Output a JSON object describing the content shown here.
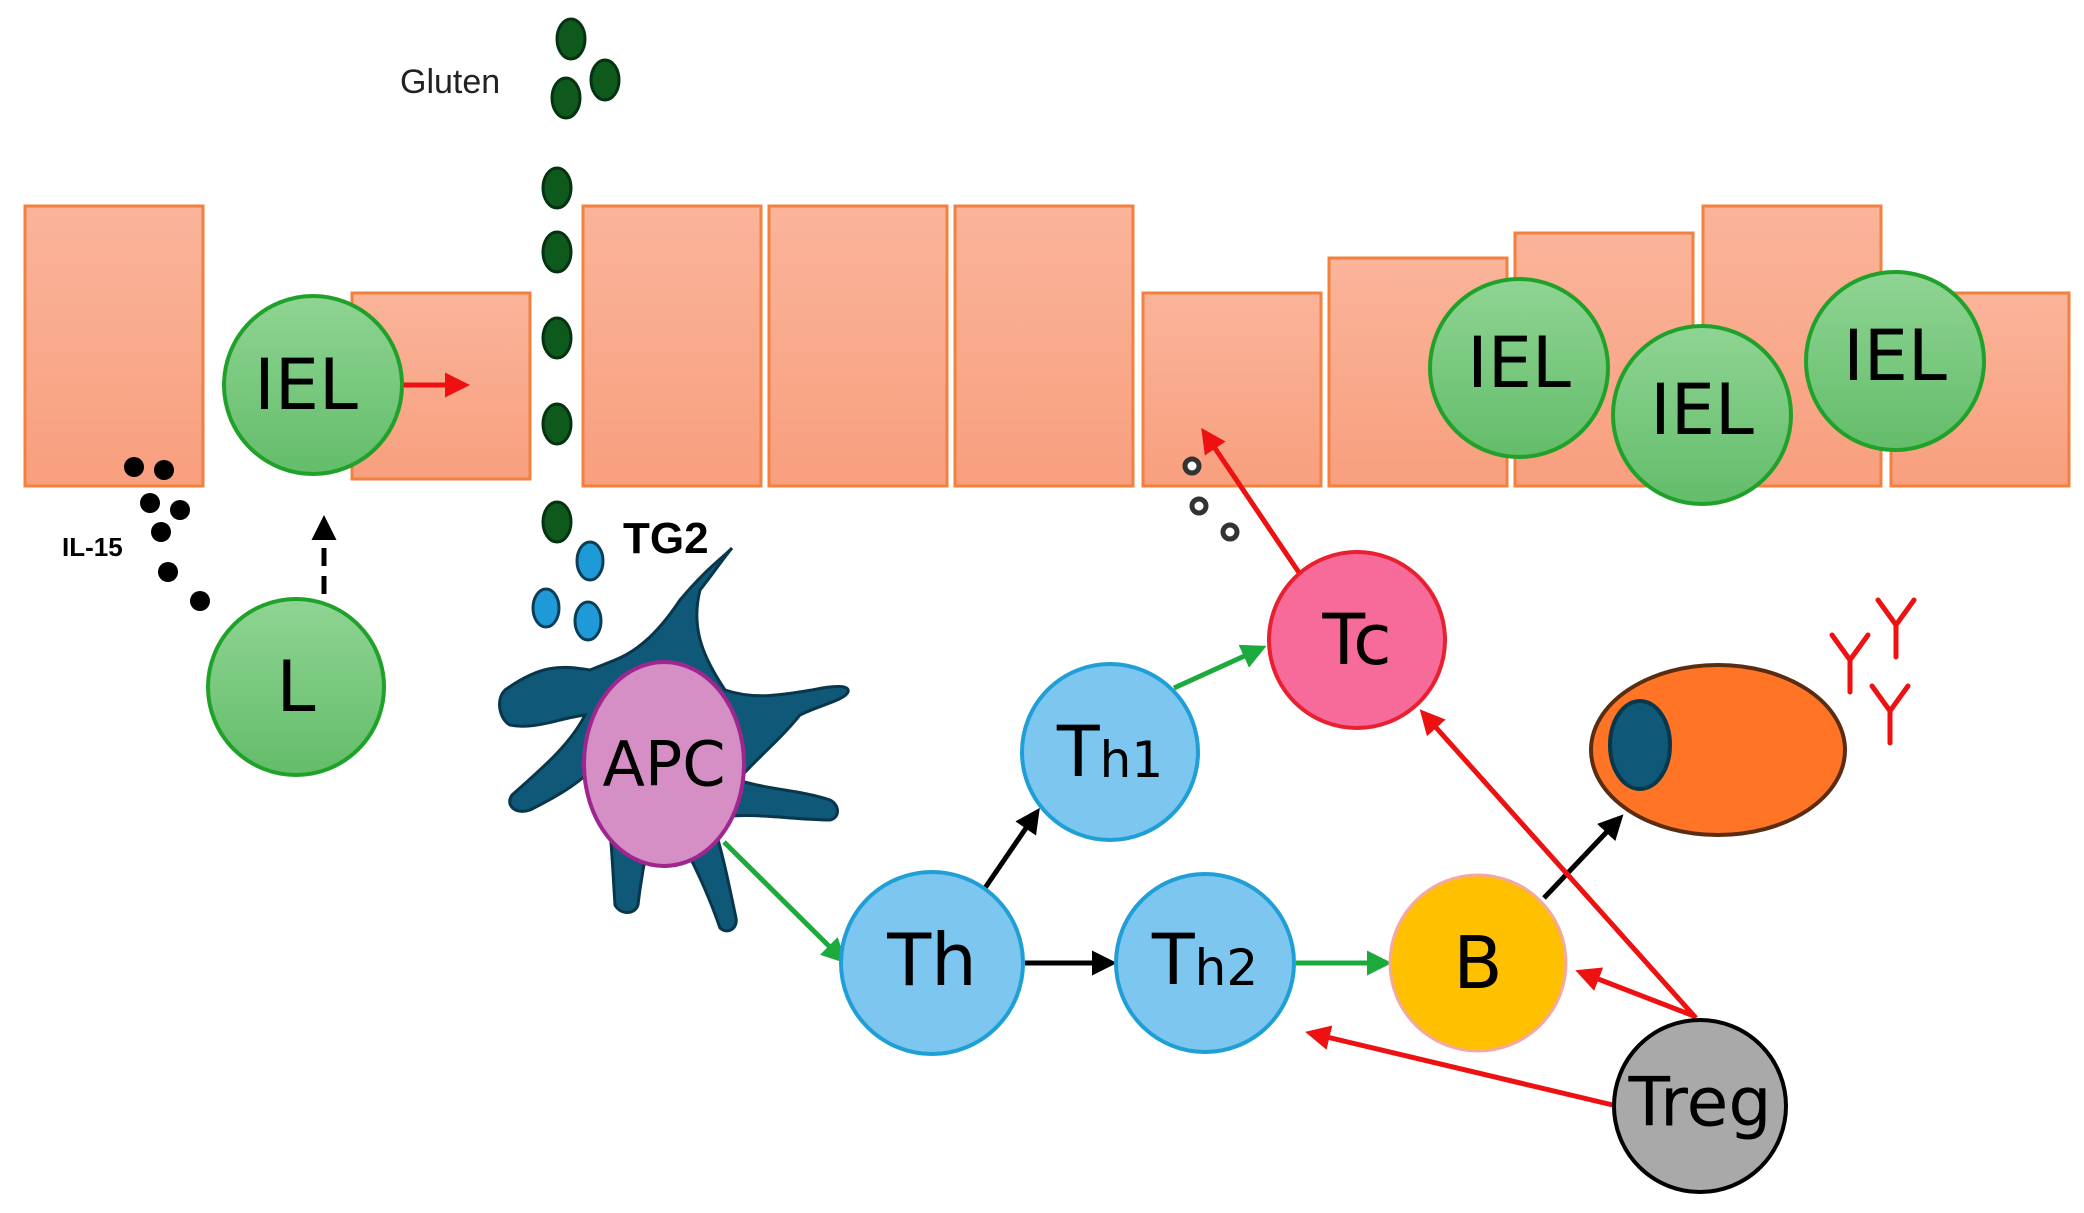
{
  "labels": {
    "gluten": "Gluten",
    "il15": "IL-15",
    "tg2": "TG2"
  },
  "cells": {
    "iel_left": "IEL",
    "iel_right_1": "IEL",
    "iel_right_2": "IEL",
    "iel_right_3": "IEL",
    "l": "L",
    "apc": "APC",
    "th": "Th",
    "th1_base": "T",
    "th1_sub": "h1",
    "th2_base": "T",
    "th2_sub": "h2",
    "tc": "Tc",
    "b": "B",
    "treg": "Treg"
  },
  "colors": {
    "epithelium_fill": "#f9a98b",
    "epithelium_stroke": "#f2803f",
    "iel_fill": "#7cc97f",
    "iel_stroke": "#1fa12a",
    "apc_fill": "#d58fc4",
    "apc_stroke": "#a0268f",
    "dendrite": "#0f5878",
    "th_fill": "#7cc6f0",
    "th_stroke": "#1f9fd6",
    "tc_fill": "#f76b9b",
    "tc_stroke": "#e8202f",
    "b_fill": "#ffc000",
    "plasma_fill": "#ff7525",
    "plasma_nucleus": "#0f5878",
    "treg_fill": "#a9a9a9",
    "gluten": "#0d5a1c",
    "tg2": "#1f9ad8",
    "arrow_red": "#ee1111",
    "arrow_green": "#1daa3c",
    "arrow_black": "#000000",
    "antibody": "#ee1111"
  }
}
